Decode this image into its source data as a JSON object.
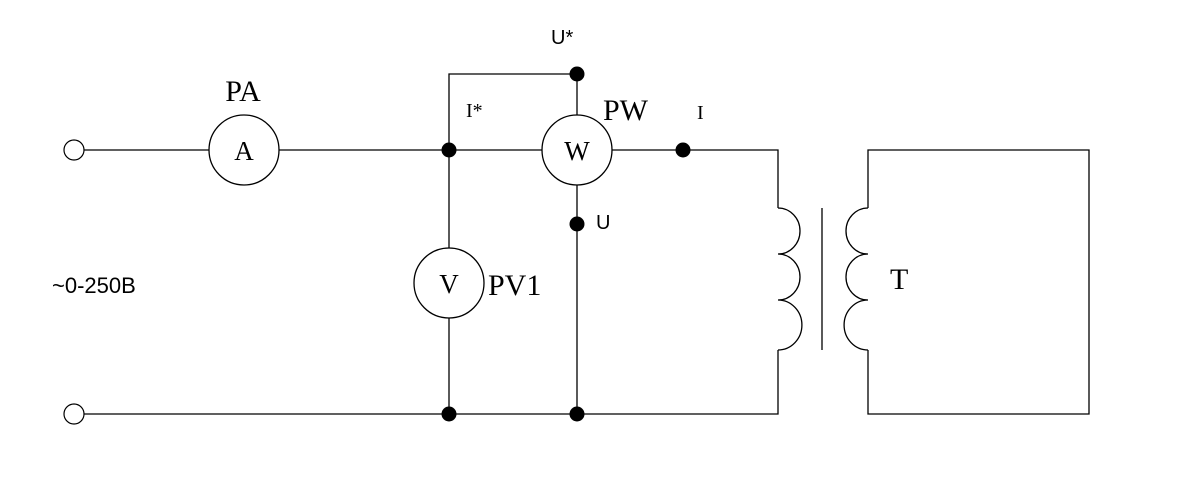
{
  "meters": {
    "ammeter": {
      "symbol": "A",
      "label": "PA"
    },
    "voltmeter": {
      "symbol": "V",
      "label": "PV1"
    },
    "wattmeter": {
      "symbol": "W",
      "label": "PW"
    }
  },
  "terminals": {
    "current_star": "I*",
    "voltage_star": "U*",
    "current": "I",
    "voltage": "U"
  },
  "transformer": {
    "label": "T"
  },
  "source": {
    "label": "~0-250В"
  }
}
